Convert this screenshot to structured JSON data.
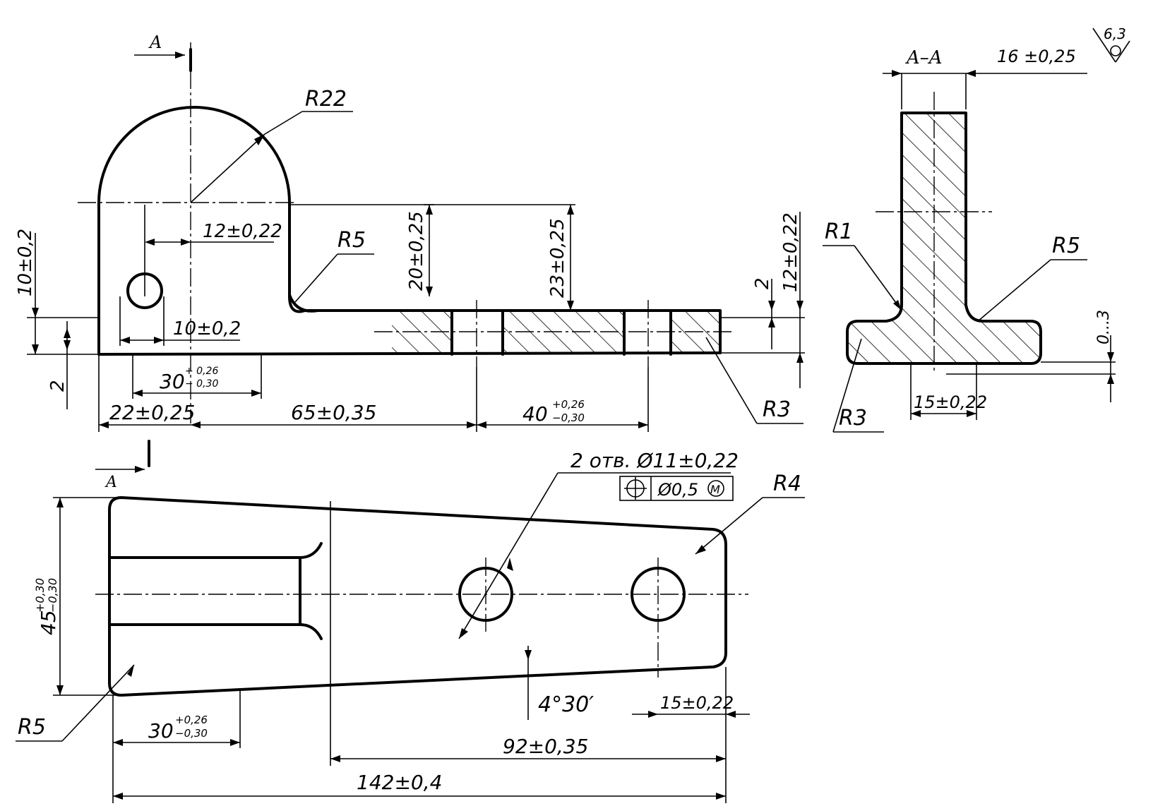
{
  "labels": {
    "section_arrow_top": "A",
    "section_arrow_bottom": "A",
    "section_title": "A–A",
    "dim_width_16": "16 ±0,25",
    "roughness": "6,3",
    "r22": "R22",
    "r5_top": "R5",
    "dim_12_022_top": "12±0,22",
    "dim_20_025": "20±0,25",
    "dim_23_025": "23±0,25",
    "dim_10_02_left": "10±0,2",
    "dim_10_02": "10±0,2",
    "dim_2_left": "2",
    "dim_30_main": "30",
    "dim_30_tol_upper": "+ 0,26",
    "dim_30_tol_lower": "− 0,30",
    "dim_22_025": "22±0,25",
    "dim_65_035": "65±0,35",
    "dim_40_main": "40",
    "dim_40_tol_upper": "+0,26",
    "dim_40_tol_lower": "−0,30",
    "dim_2_right": "2",
    "dim_12_022_right": "12±0,22",
    "r3_top": "R3",
    "r1_section": "R1",
    "r5_section": "R5",
    "dim_0_3": "0...3",
    "r3_section": "R3",
    "dim_15_022_section": "15±0,22",
    "holes_note": "2 отв. Ø11±0,22",
    "position_tolerance": "Ø0,5",
    "material_modifier": "M",
    "r4": "R4",
    "dim_45_main": "45",
    "dim_45_tol_upper": "+0,30",
    "dim_45_tol_lower": "−0,30",
    "r5_bottom": "R5",
    "dim_30_bottom_main": "30",
    "dim_30_bottom_tol_upper": "+0,26",
    "dim_30_bottom_tol_lower": "−0,30",
    "angle_4_30": "4°30′",
    "dim_15_022_bottom": "15±0,22",
    "dim_92_035": "92±0,35",
    "dim_142_04": "142±0,4"
  }
}
